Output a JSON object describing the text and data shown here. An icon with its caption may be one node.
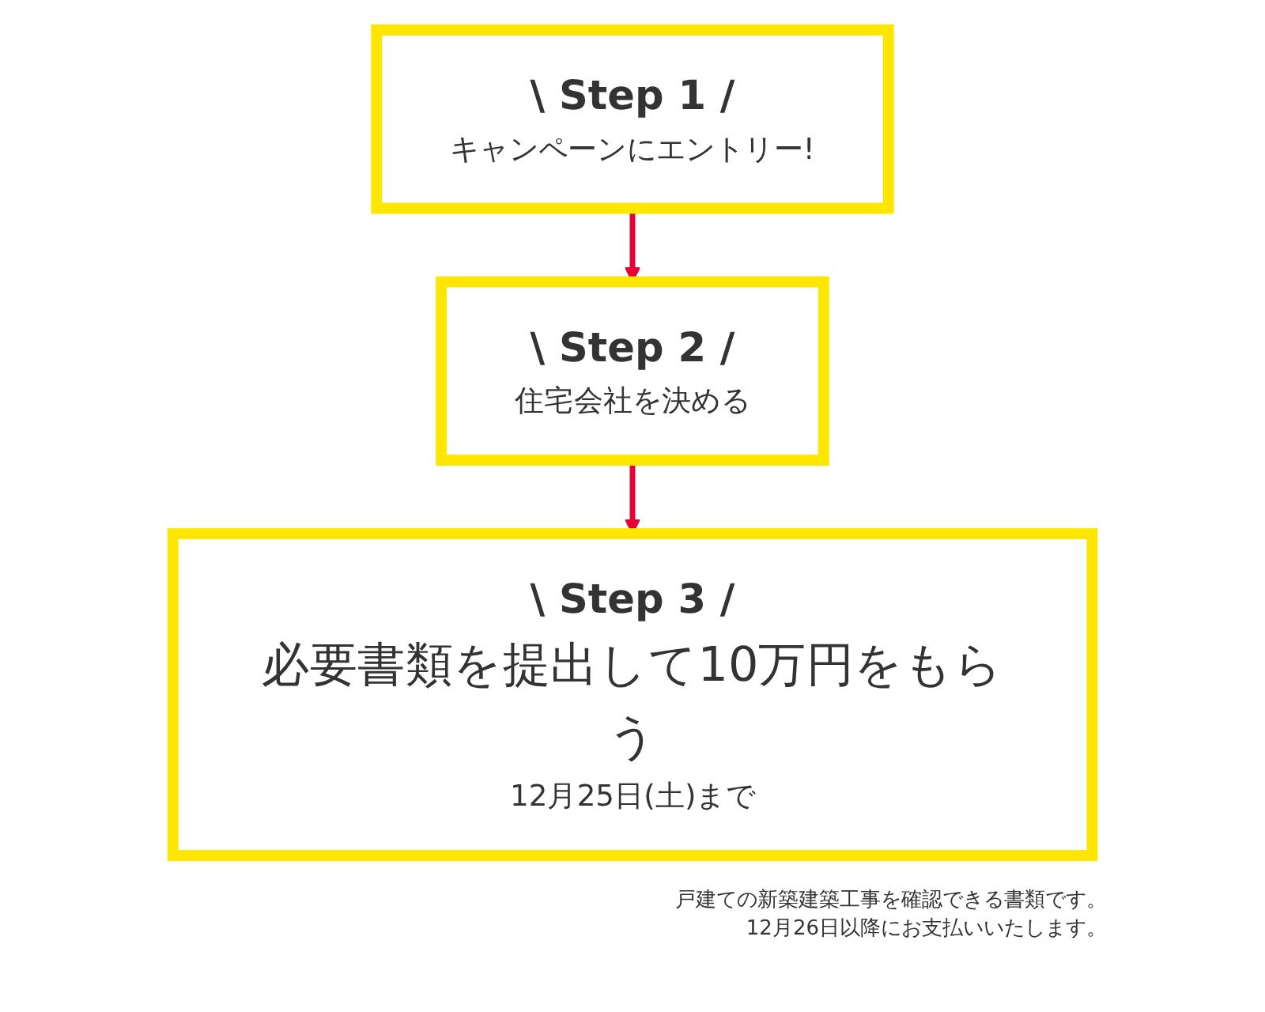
{
  "diagram": {
    "nodes": [
      {
        "text": [
          "\\ Step 1 /",
          "キャンペーンにエントリー!"
        ]
      },
      {
        "text": [
          "\\ Step 2 /",
          "住宅会社を決める"
        ]
      },
      {
        "text": [
          "\\ Step 3 /",
          "必要書類を提出して10万円をもらう",
          "12月25日(土)まで"
        ]
      }
    ],
    "edges": [
      {
        "from": 0,
        "to": 1,
        "arrow": "to"
      },
      {
        "from": 1,
        "to": 2,
        "arrow": "to"
      }
    ],
    "labels": [
      "戸建ての新築建築工事を確認できる書類です。",
      "12月26日以降にお支払いいたします。"
    ]
  }
}
